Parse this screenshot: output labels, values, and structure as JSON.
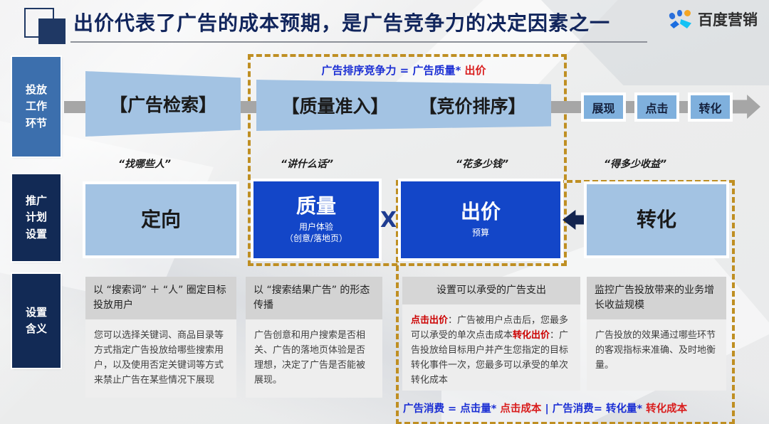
{
  "header": {
    "title": "出价代表了广告的成本预期，是广告竞争力的决定因素之一",
    "brand": "百度营销"
  },
  "sidebar": {
    "items": [
      {
        "label": "投放\n工作\n环节",
        "name": "delivery-workflow"
      },
      {
        "label": "推广\n计划\n设置",
        "name": "campaign-settings"
      },
      {
        "label": "设置\n含义",
        "name": "setting-meaning"
      }
    ]
  },
  "flow": {
    "formula": {
      "blue": "广告排序竞争力 = 广告质量*",
      "red": "出价"
    },
    "stages": [
      {
        "label": "【广告检索】"
      },
      {
        "label": "【质量准入】"
      },
      {
        "label": "【竞价排序】"
      }
    ],
    "metrics": [
      {
        "label": "展现"
      },
      {
        "label": "点击"
      },
      {
        "label": "转化"
      }
    ],
    "captions": [
      "“找哪些人”",
      "“讲什么话”",
      "“花多少钱”",
      "“得多少收益”"
    ]
  },
  "concepts": {
    "target": {
      "title": "定向",
      "sub": ""
    },
    "quality": {
      "title": "质量",
      "sub_line1": "用户体验",
      "sub_line2": "（创意/落地页）"
    },
    "bid": {
      "title": "出价",
      "sub": "预算"
    },
    "conversion": {
      "title": "转化",
      "sub": ""
    },
    "multiply_sign": "X"
  },
  "cards": [
    {
      "head": "以 “搜索词” ＋ “人” 圈定目标投放用户",
      "body": "您可以选择关键词、商品目录等方式指定广告投放给哪些搜索用户，以及使用否定关键词等方式来禁止广告在某些情况下展现"
    },
    {
      "head": "以 “搜索结果广告” 的形态传播",
      "body": "广告创意和用户搜索是否相关、广告的落地页体验是否理想，决定了广告是否能被展现。"
    },
    {
      "head": "设置可以承受的广告支出",
      "body_parts": [
        {
          "text": "点击出价",
          "style": "red"
        },
        {
          "text": "：广告被用户点击后，您最多可以承受的单次点击成本",
          "style": "normal"
        },
        {
          "text": "转化出价",
          "style": "red"
        },
        {
          "text": "：广告投放给目标用户并产生您指定的目标转化事件一次，您最多可以承受的单次转化成本",
          "style": "normal"
        }
      ]
    },
    {
      "head": "监控广告投放带来的业务增长收益规模",
      "body": "广告投放的效果通过哪些环节的客观指标来准确、及时地衡量。"
    }
  ],
  "bottom_formula": {
    "p1_blue": "广告消费 = 点击量*",
    "p2_red": "点击成本",
    "p3_blue": "| 广告消费= 转化量*",
    "p4_red": "转化成本"
  },
  "colors": {
    "title_navy": "#11255c",
    "accent_gold": "#bf8f23",
    "box_blue": "#1346c8",
    "box_light_blue": "#a3c3e3",
    "sidebar_navy": "#122a55",
    "sidebar_blue": "#3c6fad",
    "formula_blue": "#1b2fd4",
    "formula_red": "#d91d1d"
  }
}
